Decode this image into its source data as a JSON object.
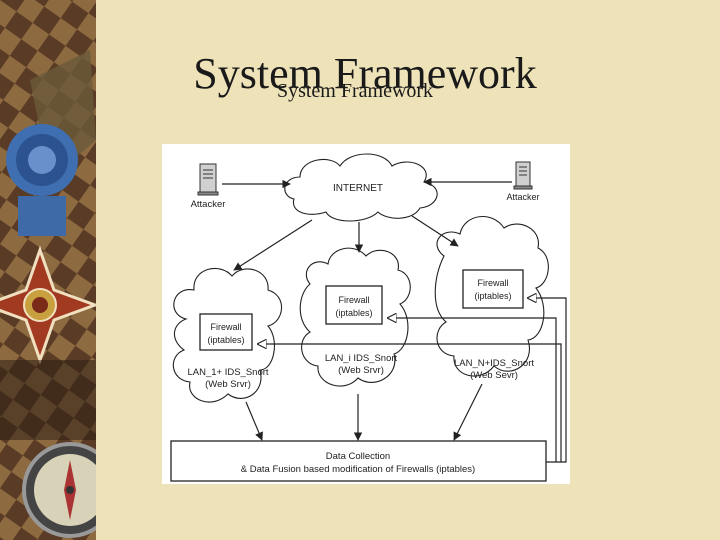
{
  "slide": {
    "title": "System Framework",
    "title_overlay": "System Framework"
  },
  "diagram": {
    "internet": "INTERNET",
    "attacker_left": "Attacker",
    "attacker_right": "Attacker",
    "firewall_label": "Firewall",
    "iptables_label": "(iptables)",
    "lan_left": {
      "line1": "LAN_1+ IDS_Snort",
      "line2": "(Web Srvr)"
    },
    "lan_middle": {
      "line1": "LAN_i IDS_Snort",
      "line2": "(Web Srvr)"
    },
    "lan_right": {
      "line1": "LAN_N+IDS_Snort",
      "line2": "(Web Sevr)"
    },
    "data_collection": {
      "line1": "Data Collection",
      "line2": "& Data Fusion based modification of Firewalls (iptables)"
    }
  },
  "colors": {
    "slide_background": "#ede2b8",
    "left_panel": "#4a3322",
    "diagram_background": "#ffffff",
    "stroke": "#222222"
  },
  "icons": [
    "medal-decoration",
    "server-icon",
    "compass-decoration"
  ]
}
